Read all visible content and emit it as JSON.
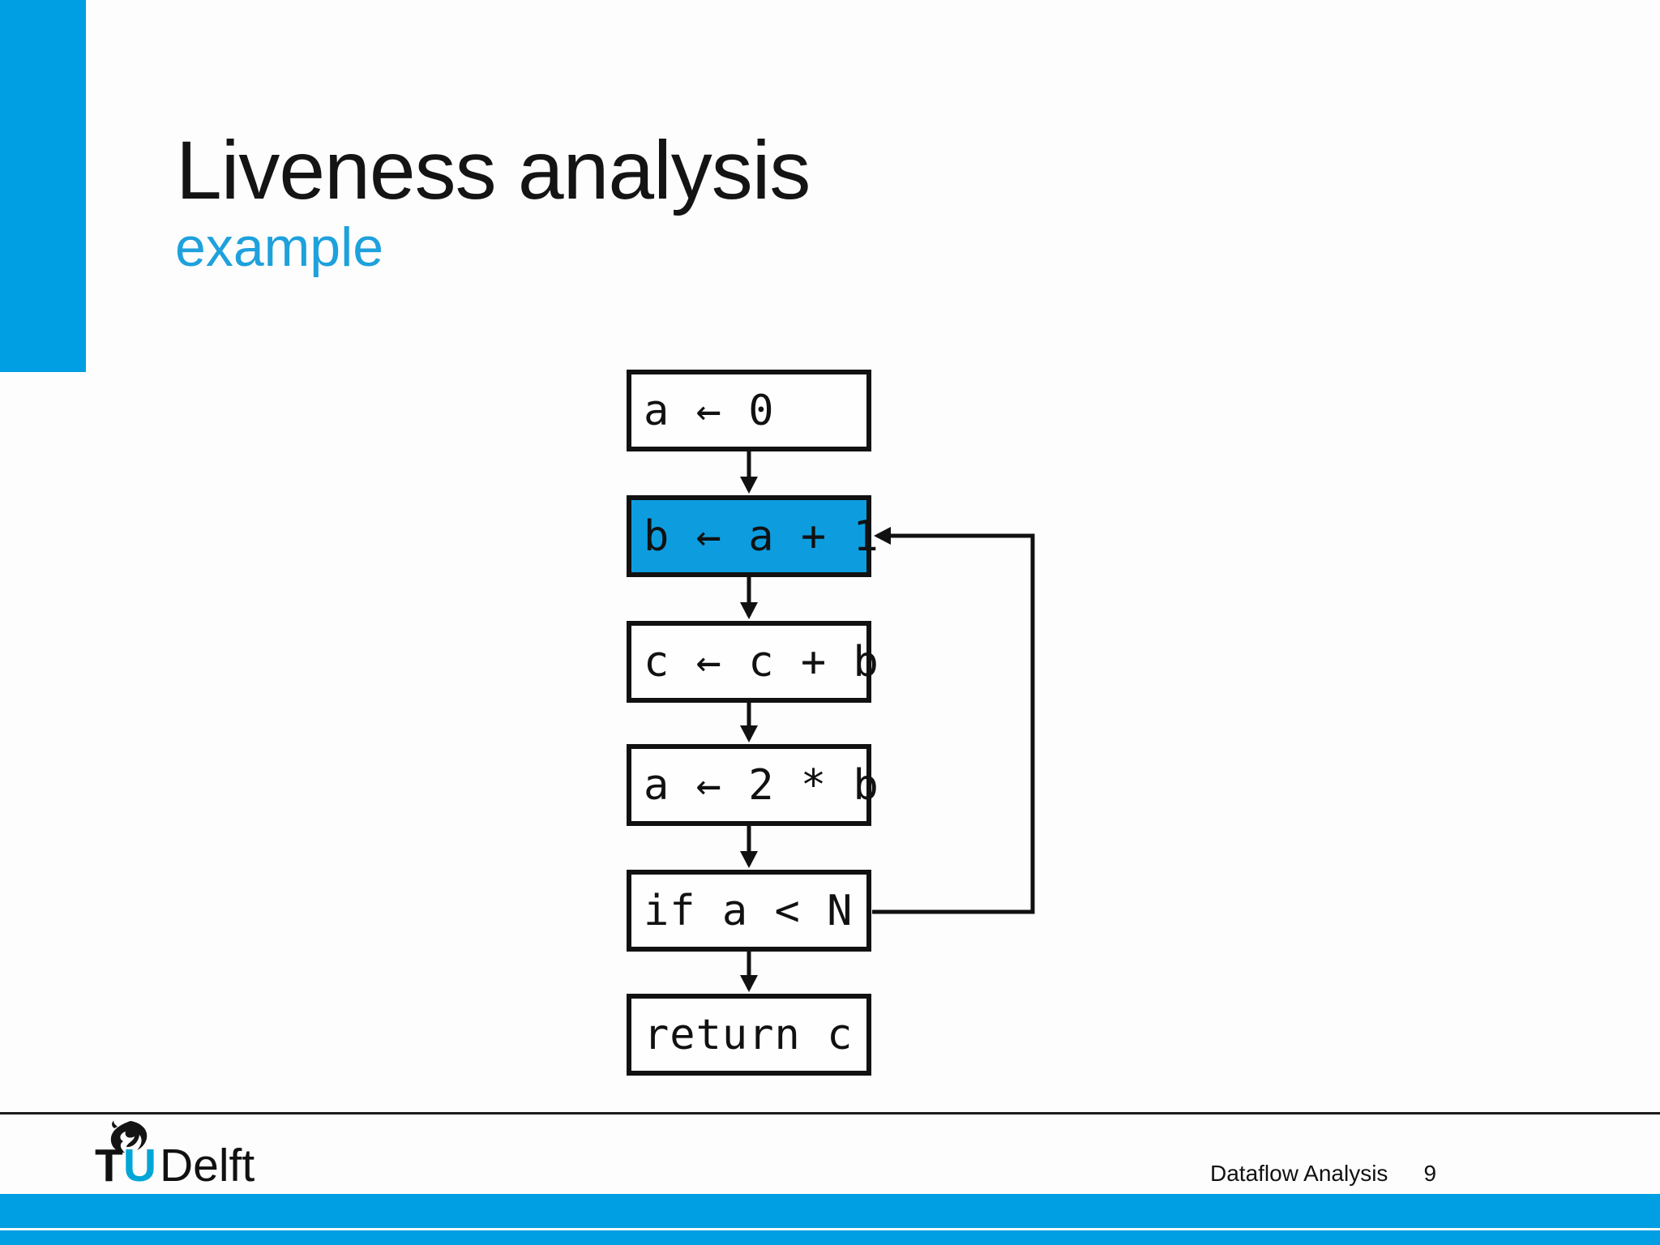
{
  "slide": {
    "title": "Liveness analysis",
    "subtitle": "example"
  },
  "flowchart": {
    "nodes": [
      {
        "label": "a ← 0",
        "highlighted": false
      },
      {
        "label": "b ← a + 1",
        "highlighted": true
      },
      {
        "label": "c ← c + b",
        "highlighted": false
      },
      {
        "label": "a ← 2 * b",
        "highlighted": false
      },
      {
        "label": "if a < N",
        "highlighted": false
      },
      {
        "label": "return c",
        "highlighted": false
      }
    ],
    "edges": [
      "a ← 0 → b ← a + 1",
      "b ← a + 1 → c ← c + b",
      "c ← c + b → a ← 2 * b",
      "a ← 2 * b → if a < N",
      "if a < N → return c",
      "if a < N → b ← a + 1 (loop back on right side)"
    ]
  },
  "footer": {
    "logo": {
      "tu_t": "T",
      "tu_u": "U",
      "delft": "Delft"
    },
    "course": "Dataflow Analysis",
    "page_number": "9"
  },
  "colors": {
    "accent_blue": "#009ee3",
    "node_highlight_blue": "#0d9ddf",
    "subtitle_blue": "#1ea1dc",
    "logo_u_blue": "#00a6d6",
    "line_black": "#111111"
  }
}
